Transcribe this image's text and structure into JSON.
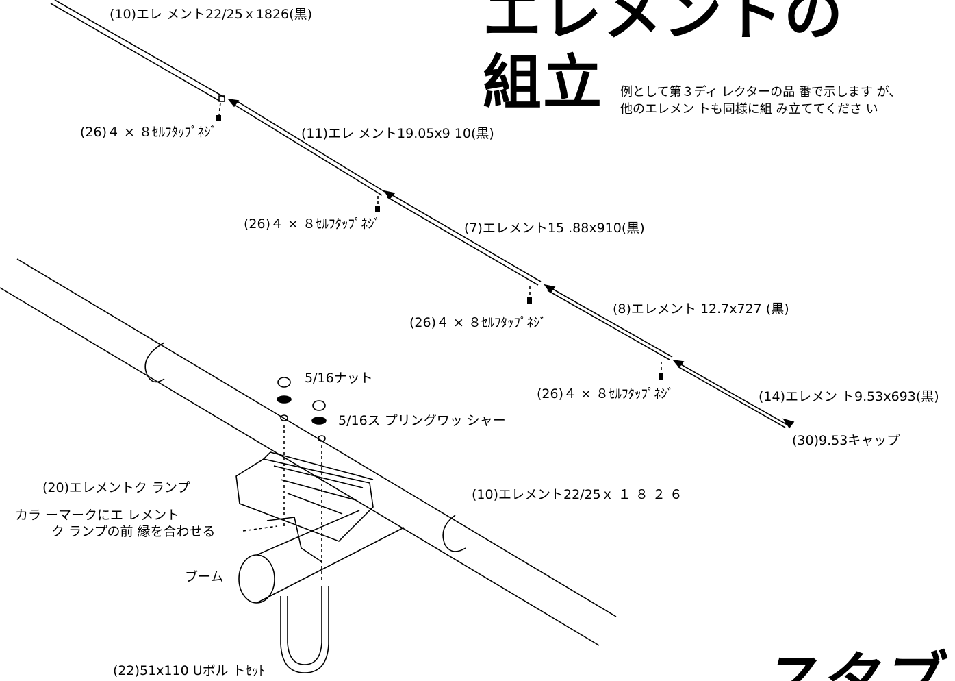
{
  "title": {
    "line1": "エレメントの",
    "line2": "組立",
    "corner": "スタブ"
  },
  "note": {
    "line1": "例として第３ディ レクターの品 番で示します が、",
    "line2": "他のエレメン トも同様に組 み立ててくださ い"
  },
  "labels": {
    "el10_top": "(10)エレ メント22/25ｘ1826(黒)",
    "screw1": "(26)４ × ８ｾﾙﾌﾀｯﾌﾟﾈｼﾞ",
    "el11": "(11)エレ メント19.05x9 10(黒)",
    "screw2": "(26)４ × ８ｾﾙﾌﾀｯﾌﾟﾈｼﾞ",
    "el7": "(7)エレメント15 .88x910(黒)",
    "screw3": "(26)４ × ８ｾﾙﾌﾀｯﾌﾟﾈｼﾞ",
    "el8": "(8)エレメント 12.7x727 (黒)",
    "screw4": "(26)４ × ８ｾﾙﾌﾀｯﾌﾟﾈｼﾞ",
    "el14": "(14)エレメン ト9.53x693(黒)",
    "cap": "(30)9.53キャップ",
    "nut": "5/16ナット",
    "washer": "5/16ス プリングワッ シャー",
    "clamp": "(20)エレメントク ランプ",
    "el10_main": "(10)エレメント22/25ｘ １ ８ ２ ６",
    "colormark1": "カラ ーマークにエ レメント",
    "colormark2": "ク ランプの前 縁を合わせる",
    "boom": "ブーム",
    "ubolt": "(22)51x110 Uボル トｾｯﾄ"
  }
}
